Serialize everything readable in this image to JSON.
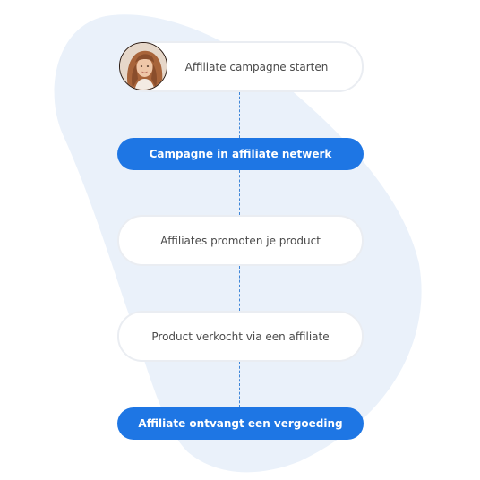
{
  "steps": [
    {
      "label": "Affiliate campagne starten",
      "style": "outline",
      "has_avatar": true
    },
    {
      "label": "Campagne in affiliate netwerk",
      "style": "filled"
    },
    {
      "label": "Affiliates promoten je product",
      "style": "outline"
    },
    {
      "label": "Product verkocht via een affiliate",
      "style": "outline"
    },
    {
      "label": "Affiliate ontvangt een vergoeding",
      "style": "filled"
    }
  ],
  "colors": {
    "accent": "#1e76e4",
    "connector": "#3f86d8",
    "blob": "#eaf1fa",
    "outline_border": "#eaedf2",
    "outline_text": "#4a4a4a"
  }
}
